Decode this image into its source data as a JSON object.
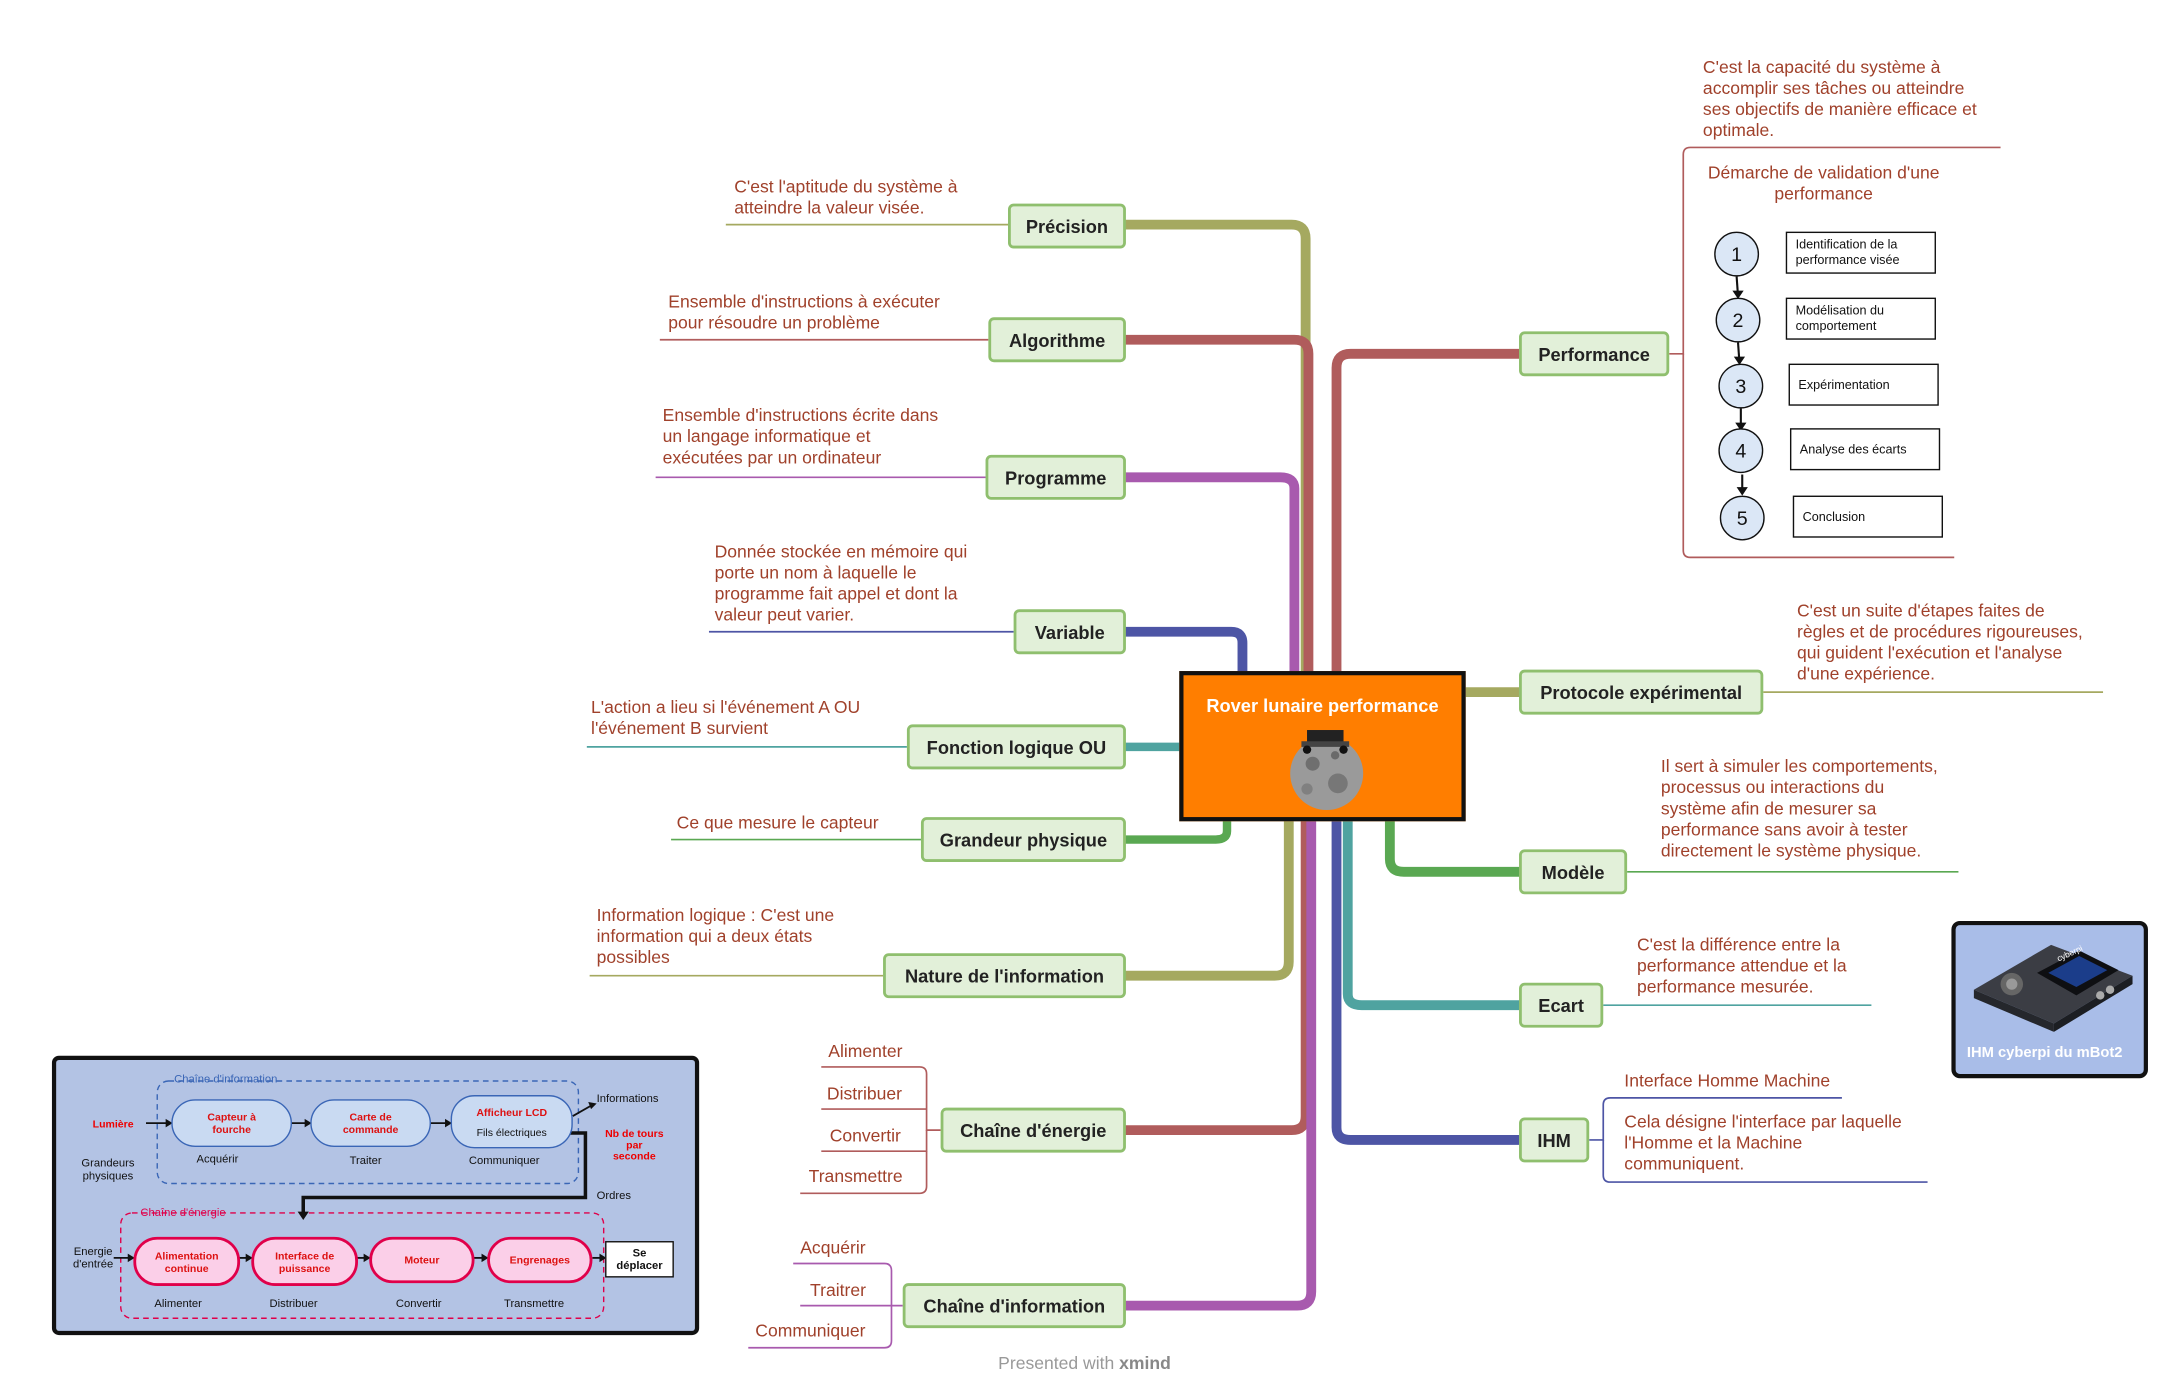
{
  "center": {
    "title": "Rover lunaire performance"
  },
  "left_topics": [
    {
      "label": "Précision",
      "note": "C'est l'aptitude du système à\natteindre la valeur visée."
    },
    {
      "label": "Algorithme",
      "note": "Ensemble d'instructions à exécuter\npour résoudre un problème"
    },
    {
      "label": "Programme",
      "note": "Ensemble d'instructions écrite dans\nun langage informatique et\nexécutées par un ordinateur"
    },
    {
      "label": "Variable",
      "note": "Donnée stockée en mémoire qui\nporte un nom à laquelle le\nprogramme fait appel et dont la\nvaleur peut varier."
    },
    {
      "label": "Fonction logique OU",
      "note": "L'action a lieu si l'événement A OU\nl'événement B survient"
    },
    {
      "label": "Grandeur physique",
      "note": "Ce que mesure le capteur"
    },
    {
      "label": "Nature de l'information",
      "note": "Information logique : C'est une\ninformation qui a deux états\npossibles"
    },
    {
      "label": "Chaîne d'énergie",
      "subs": [
        "Alimenter",
        "Distribuer",
        "Convertir",
        "Transmettre"
      ]
    },
    {
      "label": "Chaîne d'information",
      "subs": [
        "Acquérir",
        "Traitrer",
        "Communiquer"
      ]
    }
  ],
  "right_topics": [
    {
      "label": "Performance",
      "note": "C'est la capacité du système à\naccomplir ses tâches ou atteindre\nses objectifs de manière efficace et\noptimale.",
      "subtitle": "Démarche de validation d'une\nperformance"
    },
    {
      "label": "Protocole expérimental",
      "note": "C'est un suite d'étapes faites de\nrègles et de procédures rigoureuses,\nqui guident l'exécution et l'analyse\nd'une expérience."
    },
    {
      "label": "Modèle",
      "note": "Il sert à simuler les comportements,\nprocessus ou interactions du\nsystème afin de mesurer sa\nperformance sans avoir à tester\ndirectement le système physique."
    },
    {
      "label": "Ecart",
      "note": "C'est la différence entre la\nperformance attendue et la\nperformance mesurée."
    },
    {
      "label": "IHM",
      "subs": [
        "Interface Homme Machine",
        "Cela désigne l'interface par laquelle\nl'Homme et la Machine\ncommuniquent."
      ]
    }
  ],
  "steps": [
    {
      "num": "1",
      "text": "Identification de la performance visée"
    },
    {
      "num": "2",
      "text": "Modélisation du comportement"
    },
    {
      "num": "3",
      "text": "Expérimentation"
    },
    {
      "num": "4",
      "text": "Analyse des écarts"
    },
    {
      "num": "5",
      "text": "Conclusion"
    }
  ],
  "chain_diagram": {
    "info_title": "Chaîne d'information",
    "energy_title": "Chaîne d'énergie",
    "lumiere": "Lumière",
    "grandeurs": "Grandeurs\nphysiques",
    "info_blocks": [
      {
        "name": "Capteur à\nfourche",
        "verb": "Acquérir"
      },
      {
        "name": "Carte de\ncommande",
        "verb": "Traiter"
      },
      {
        "name": "Afficheur LCD",
        "sub": "Fils électriques",
        "verb": "Communiquer"
      }
    ],
    "informations": "Informations",
    "nb_tours": "Nb de tours\npar\nseconde",
    "ordres": "Ordres",
    "energie_entree": "Energie\nd'entrée",
    "energy_blocks": [
      {
        "name": "Alimentation\ncontinue",
        "verb": "Alimenter"
      },
      {
        "name": "Interface de\npuissance",
        "verb": "Distribuer"
      },
      {
        "name": "Moteur",
        "verb": "Convertir"
      },
      {
        "name": "Engrenages",
        "verb": "Transmettre"
      }
    ],
    "output": "Se\ndéplacer"
  },
  "ihm_image": {
    "caption": "IHM cyberpi du mBot2",
    "screen_text": "cyberpi"
  },
  "footer": {
    "prefix": "Presented with",
    "brand": "xmind"
  },
  "colors": {
    "center_fill": "#ff7e00",
    "node_fill": "#e2f0d9",
    "node_border": "#8fbf6e",
    "note_text": "#a0412b",
    "branch_olive": "#a5a960",
    "branch_red": "#b05c5c",
    "branch_purple": "#a85aae",
    "branch_navy": "#4d55a5",
    "branch_teal": "#4fa3a0",
    "branch_green": "#5aa852"
  }
}
